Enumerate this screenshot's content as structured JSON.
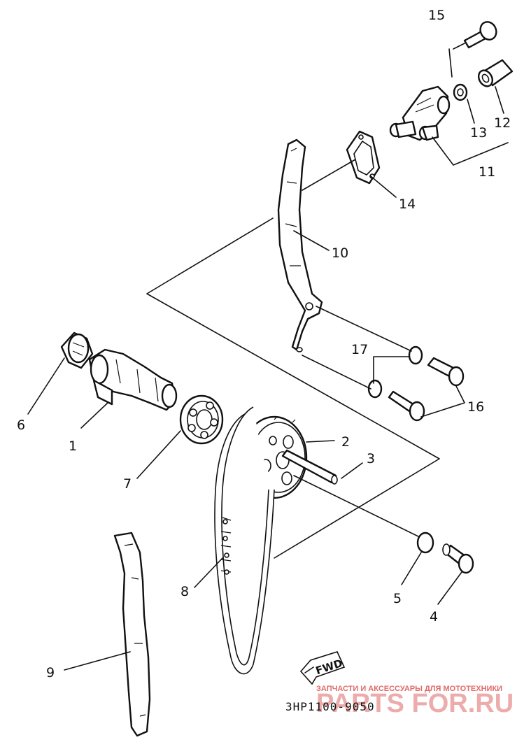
{
  "diagram": {
    "callouts": [
      {
        "id": "c1",
        "label": "1"
      },
      {
        "id": "c2",
        "label": "2"
      },
      {
        "id": "c3",
        "label": "3"
      },
      {
        "id": "c4",
        "label": "4"
      },
      {
        "id": "c5",
        "label": "5"
      },
      {
        "id": "c6",
        "label": "6"
      },
      {
        "id": "c7",
        "label": "7"
      },
      {
        "id": "c8",
        "label": "8"
      },
      {
        "id": "c9",
        "label": "9"
      },
      {
        "id": "c10",
        "label": "10"
      },
      {
        "id": "c11",
        "label": "11"
      },
      {
        "id": "c12",
        "label": "12"
      },
      {
        "id": "c13",
        "label": "13"
      },
      {
        "id": "c14",
        "label": "14"
      },
      {
        "id": "c15",
        "label": "15"
      },
      {
        "id": "c16",
        "label": "16"
      },
      {
        "id": "c17",
        "label": "17"
      }
    ],
    "direction_label": "FWD",
    "part_code": "3HP1100-9050"
  },
  "watermark": {
    "tagline": "ЗАПЧАСТИ И АКСЕССУАРЫ ДЛЯ МОТОТЕХНИКИ",
    "site": "PARTS FOR.RU"
  },
  "colors": {
    "ink": "#111111",
    "watermark": "#e06a6a",
    "background": "#ffffff"
  }
}
